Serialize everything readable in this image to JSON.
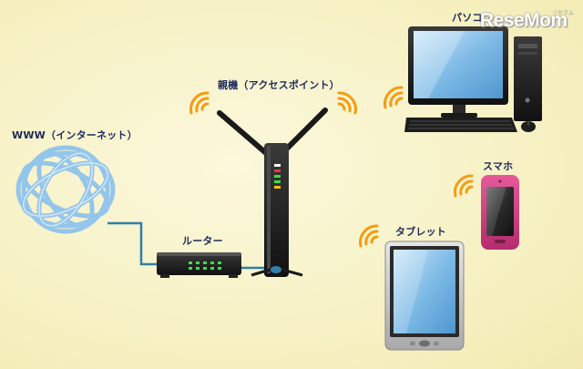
{
  "labels": {
    "www": "WWW（インターネット）",
    "router": "ルーター",
    "access_point": "親機（アクセスポイント）",
    "pc": "パソコン",
    "smartphone": "スマホ",
    "tablet": "タブレット"
  },
  "logo": {
    "text": "ReseMom",
    "sub": "リセマム"
  },
  "colors": {
    "background": "#f7f2c4",
    "globe": "#8fc3ec",
    "cable": "#2f7fa8",
    "wifi_signal": "#f39c12",
    "label_text": "#1c2a5a"
  }
}
